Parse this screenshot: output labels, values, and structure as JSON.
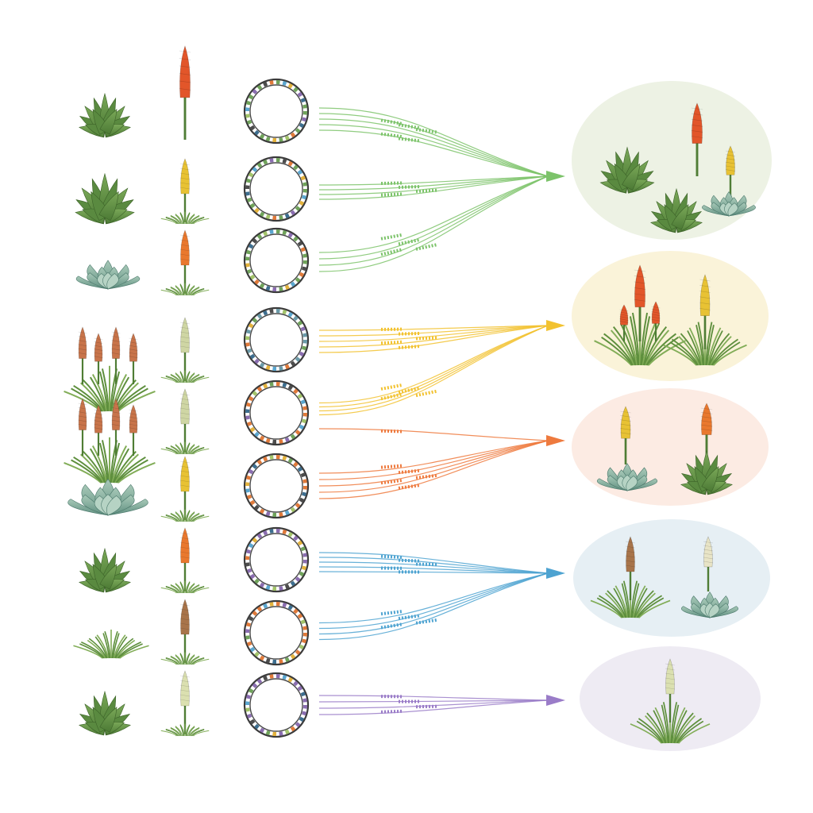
{
  "diagram": {
    "rows": [
      {
        "plant": "agave-rosette-icon",
        "flower": "red-hot-poker-orange-icon",
        "genome_tint": "#6fa35a",
        "group": 0
      },
      {
        "plant": "agave-rosette-icon",
        "flower": "yellow-flower-spike-icon",
        "genome_tint": "#6fa35a",
        "group": 0
      },
      {
        "plant": "succulent-rosette-icon",
        "flower": "orange-flower-spike-icon",
        "genome_tint": "#6fa35a",
        "group": 0
      },
      {
        "plant": "grass-clump-with-spikes-icon",
        "flower": "cream-flower-spike-icon",
        "genome_tint": "#6a9aa8",
        "group": 1
      },
      {
        "plant": "grass-clump-with-spikes-icon",
        "flower": "cream-flower-spike-icon",
        "genome_tint": "#e07a3a",
        "group": 1
      },
      {
        "plant": "succulent-rosette-icon",
        "flower": "yellow-flower-spike-icon",
        "genome_tint": "#e07a3a",
        "group": 2
      },
      {
        "plant": "agave-rosette-icon",
        "flower": "orange-flower-spike-icon",
        "genome_tint": "#8a6db0",
        "group": 3
      },
      {
        "plant": "grass-clump-icon",
        "flower": "brown-flower-spike-icon",
        "genome_tint": "#e07a3a",
        "group": 3
      },
      {
        "plant": "agave-rosette-icon",
        "flower": "pale-flower-spike-icon",
        "genome_tint": "#8a6db0",
        "group": 4
      }
    ],
    "groups": [
      {
        "color": "#7cc36a",
        "fill": "#edf2e4",
        "plants": [
          "agave-rosette-icon",
          "red-hot-poker-orange-icon",
          "agave-rosette-icon",
          "yellow-flower-spike-icon",
          "succulent-rosette-icon"
        ]
      },
      {
        "color": "#f2c230",
        "fill": "#faf3d9",
        "plants": [
          "red-hot-poker-clump-icon",
          "yellow-flower-clump-icon"
        ]
      },
      {
        "color": "#ee7a3e",
        "fill": "#fcebe3",
        "plants": [
          "succulent-with-yellow-spike-icon",
          "agave-with-orange-spike-icon"
        ]
      },
      {
        "color": "#4ea3d1",
        "fill": "#e6eff4",
        "plants": [
          "grass-with-brown-spike-icon",
          "succulent-with-cream-spike-icon"
        ]
      },
      {
        "color": "#9a7cc8",
        "fill": "#eeebf3",
        "plants": [
          "grass-with-pale-spike-icon"
        ]
      }
    ]
  }
}
